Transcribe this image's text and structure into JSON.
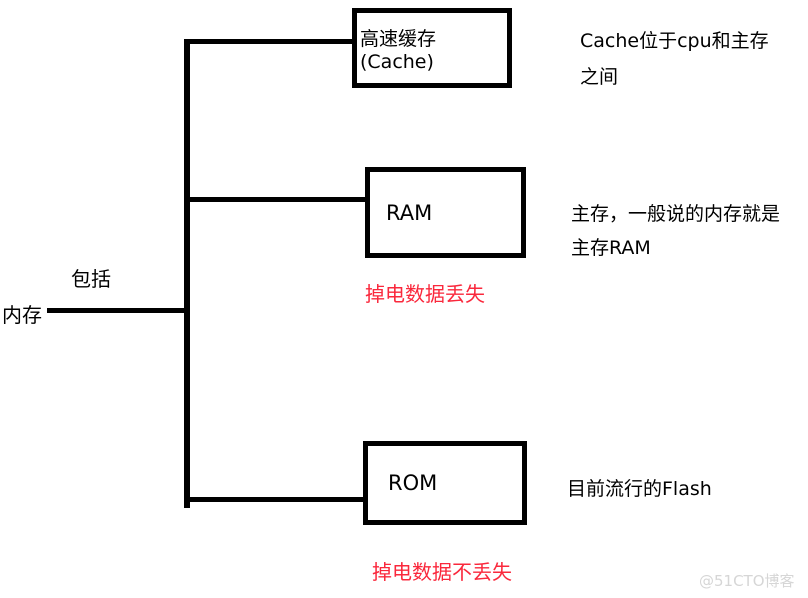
{
  "diagram": {
    "root_label": "内存",
    "branch_label": "包括",
    "nodes": {
      "cache": {
        "label": "高速缓存(Cache)",
        "annotation_line1": "Cache位于cpu和主存",
        "annotation_line2": "之间"
      },
      "ram": {
        "label": "RAM",
        "annotation_line1": "主存，一般说的内存就是",
        "annotation_line2": "主存RAM",
        "note": "掉电数据丢失"
      },
      "rom": {
        "label": "ROM",
        "annotation_line1": "目前流行的Flash",
        "note": "掉电数据不丢失"
      }
    },
    "colors": {
      "line": "#000000",
      "note": "#fa283c",
      "watermark": "#d6d6d6"
    }
  },
  "watermark": "@51CTO博客"
}
